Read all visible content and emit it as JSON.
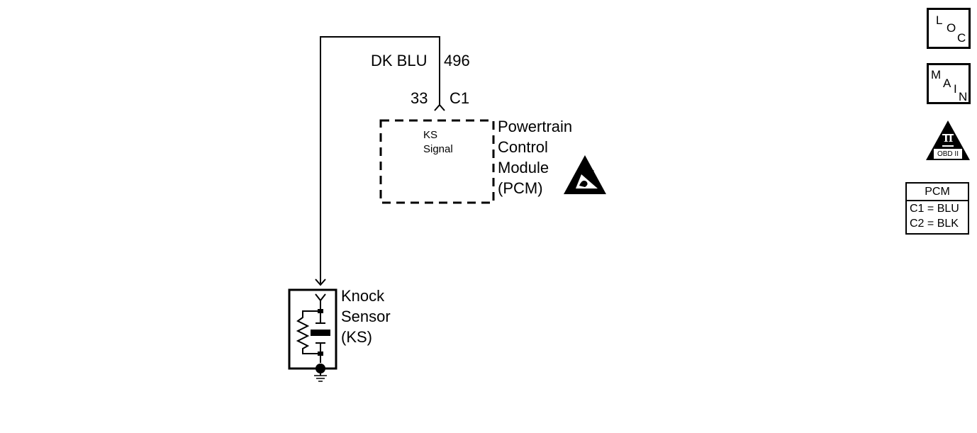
{
  "wire": {
    "color": "DK BLU",
    "circuit": "496"
  },
  "connector": {
    "pin": "33",
    "id": "C1"
  },
  "pcm": {
    "internal_label": [
      "KS",
      "Signal"
    ],
    "name_lines": [
      "Powertrain",
      "Control",
      "Module",
      "(PCM)"
    ]
  },
  "knock_sensor": {
    "name_lines": [
      "Knock",
      "Sensor",
      "(KS)"
    ]
  },
  "nav": {
    "loc": {
      "letters": [
        "L",
        "O",
        "C"
      ]
    },
    "main": {
      "letters": [
        "M",
        "A",
        "I",
        "N"
      ]
    },
    "obd": {
      "numeral": "II",
      "label": "OBD II"
    }
  },
  "connector_table": {
    "header": "PCM",
    "rows": [
      "C1 = BLU",
      "C2 = BLK"
    ]
  }
}
